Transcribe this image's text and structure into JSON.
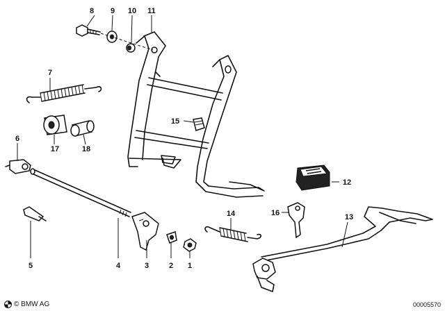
{
  "labels": [
    "1",
    "2",
    "3",
    "4",
    "5",
    "6",
    "7",
    "8",
    "9",
    "10",
    "11",
    "12",
    "13",
    "14",
    "15",
    "16",
    "17",
    "18"
  ],
  "footer": {
    "copyright": "© BMW AG",
    "diagram_id": "00005570"
  }
}
